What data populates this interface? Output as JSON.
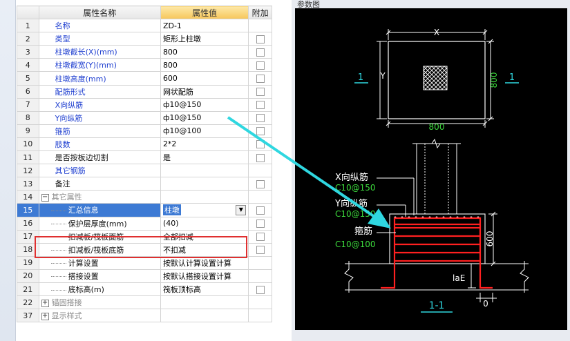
{
  "table": {
    "headers": {
      "num": "",
      "name": "属性名称",
      "value": "属性值",
      "extra": "附加"
    },
    "rows": [
      {
        "num": "1",
        "name": "名称",
        "value": "ZD-1",
        "style": "blue",
        "check": false
      },
      {
        "num": "2",
        "name": "类型",
        "value": "矩形上柱墩",
        "style": "blue",
        "check": true
      },
      {
        "num": "3",
        "name": "柱墩截长(X)(mm)",
        "value": "800",
        "style": "blue",
        "check": true
      },
      {
        "num": "4",
        "name": "柱墩截宽(Y)(mm)",
        "value": "800",
        "style": "blue",
        "check": true
      },
      {
        "num": "5",
        "name": "柱墩高度(mm)",
        "value": "600",
        "style": "blue",
        "check": true
      },
      {
        "num": "6",
        "name": "配筋形式",
        "value": "网状配筋",
        "style": "blue",
        "check": true
      },
      {
        "num": "7",
        "name": "X向纵筋",
        "value": "ф10@150",
        "style": "blue",
        "check": true
      },
      {
        "num": "8",
        "name": "Y向纵筋",
        "value": "ф10@150",
        "style": "blue",
        "check": true
      },
      {
        "num": "9",
        "name": "箍筋",
        "value": "ф10@100",
        "style": "blue",
        "check": true
      },
      {
        "num": "10",
        "name": "肢数",
        "value": "2*2",
        "style": "blue",
        "check": true
      },
      {
        "num": "11",
        "name": "是否按板边切割",
        "value": "是",
        "style": "black",
        "check": true
      },
      {
        "num": "12",
        "name": "其它钢筋",
        "value": "",
        "style": "blue",
        "check": false
      },
      {
        "num": "13",
        "name": "备注",
        "value": "",
        "style": "black",
        "check": true
      },
      {
        "num": "14",
        "name": "其它属性",
        "value": "",
        "style": "group",
        "check": false,
        "toggle": "−"
      },
      {
        "num": "15",
        "name": "汇总信息",
        "value": "柱墩",
        "style": "child",
        "check": true,
        "selected": true
      },
      {
        "num": "16",
        "name": "保护层厚度(mm)",
        "value": "(40)",
        "style": "child",
        "check": true
      },
      {
        "num": "17",
        "name": "扣减板/筏板面筋",
        "value": "全部扣减",
        "style": "child",
        "check": true
      },
      {
        "num": "18",
        "name": "扣减板/筏板底筋",
        "value": "不扣减",
        "style": "child",
        "check": true
      },
      {
        "num": "19",
        "name": "计算设置",
        "value": "按默认计算设置计算",
        "style": "child",
        "check": false
      },
      {
        "num": "20",
        "name": "搭接设置",
        "value": "按默认搭接设置计算",
        "style": "child",
        "check": false
      },
      {
        "num": "21",
        "name": "底标高(m)",
        "value": "筏板顶标高",
        "style": "child",
        "check": true
      },
      {
        "num": "22",
        "name": "锚固搭接",
        "value": "",
        "style": "group",
        "check": false,
        "toggle": "+"
      },
      {
        "num": "37",
        "name": "显示样式",
        "value": "",
        "style": "group",
        "check": false,
        "toggle": "+"
      }
    ]
  },
  "panel": {
    "title": "参数图"
  },
  "drawing": {
    "plan": {
      "dim_x_label": "X",
      "dim_y_label": "Y",
      "dim_bottom": "800",
      "dim_right": "800",
      "section_left": "1",
      "section_right": "1"
    },
    "section": {
      "label_x_bar": "X向纵筋",
      "value_x_bar": "C10@150",
      "label_y_bar": "Y向纵筋",
      "value_y_bar": "C10@150",
      "label_stirrup": "箍筋",
      "value_stirrup": "C10@100",
      "dim_height": "600",
      "dim_lae": "laE",
      "dim_zero": "0",
      "title": "1-1"
    }
  },
  "colors": {
    "cad_bg": "#000000",
    "cad_white": "#ffffff",
    "cad_green": "#3ddc3d",
    "cad_cyan": "#2fd7e0",
    "rebar_red": "#ff2020",
    "highlight_red": "#e03030",
    "selection_blue": "#3d7ad4"
  }
}
